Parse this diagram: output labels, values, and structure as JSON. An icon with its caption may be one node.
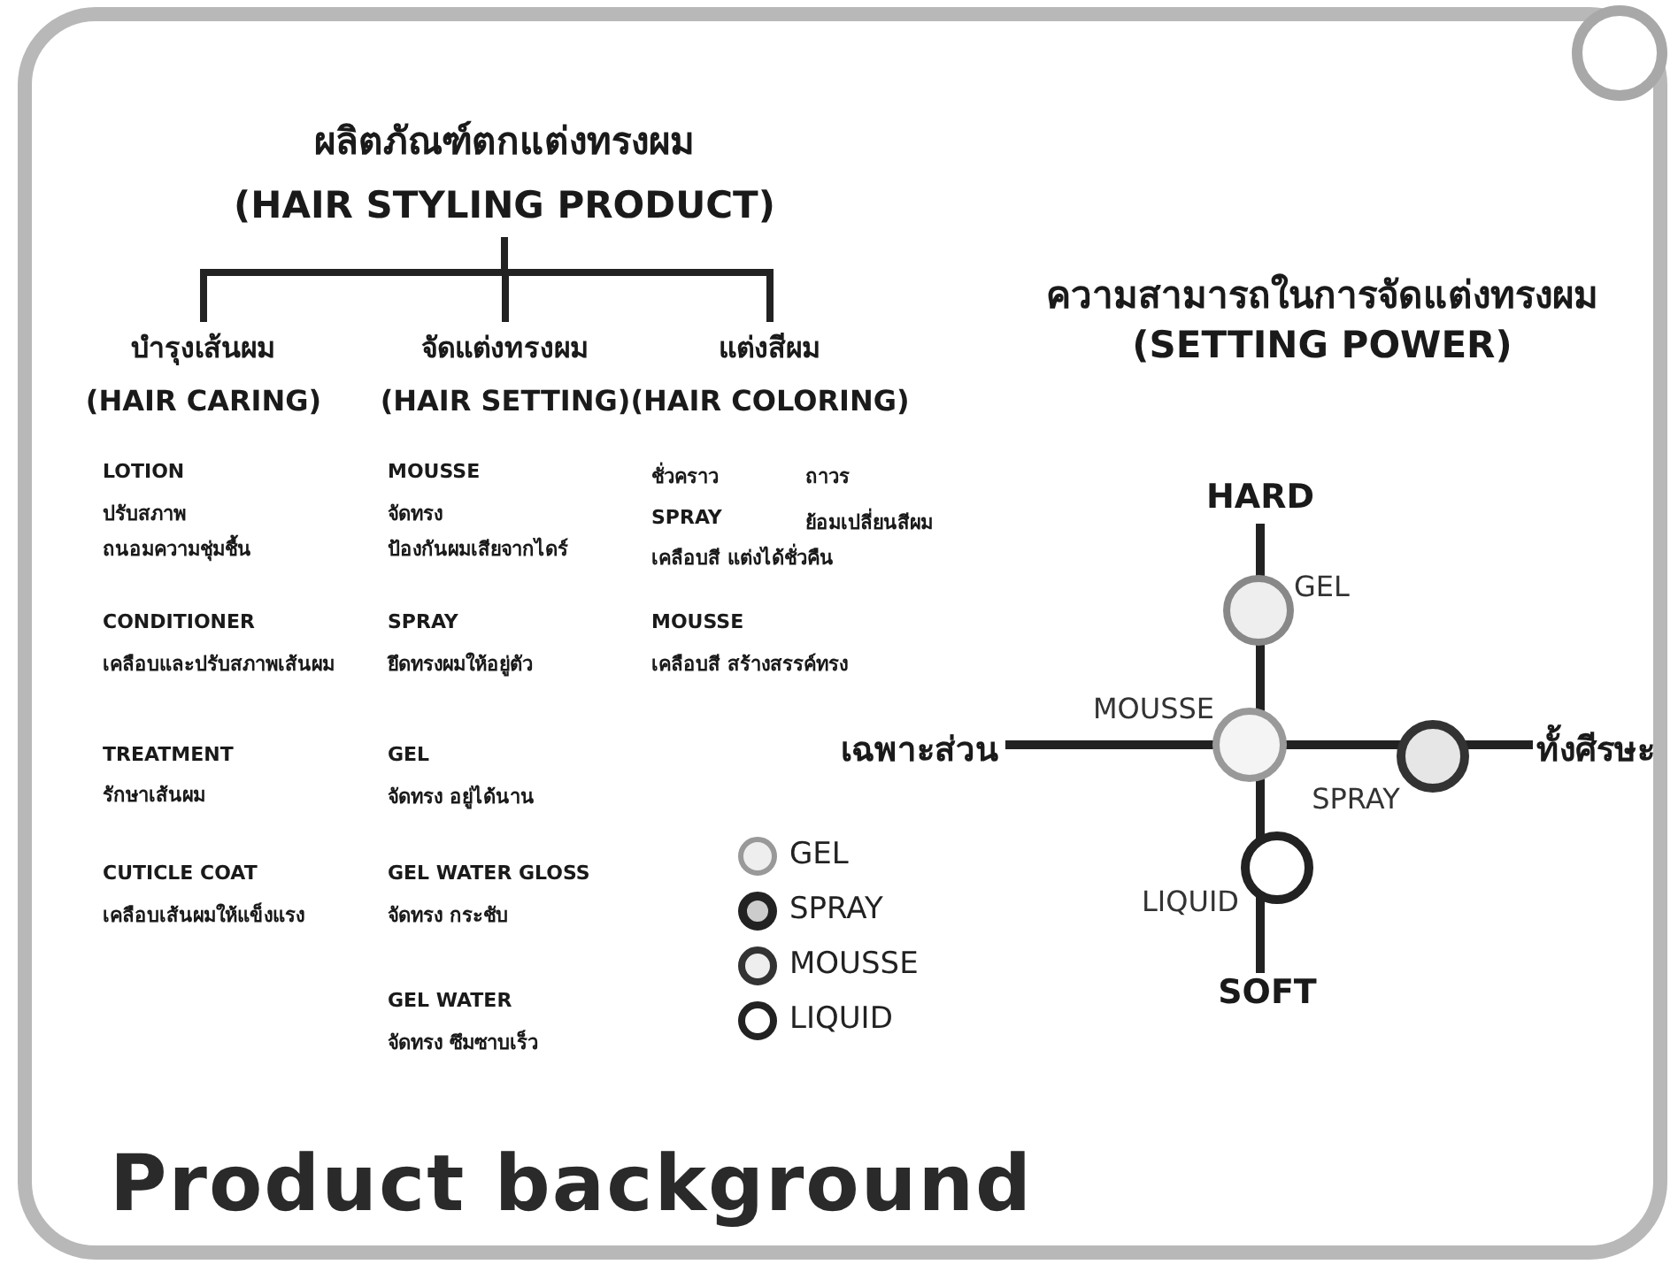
{
  "diagram": {
    "title": "Product background",
    "nodes": [
      {
        "text": [
          "ผลิตภัณฑ์ตกแต่งทรงผม",
          "(HAIR STYLING PRODUCT)"
        ]
      },
      {
        "text": [
          "บำรุงเส้นผม",
          "(HAIR CARING)"
        ]
      },
      {
        "text": [
          "จัดแต่งทรงผม",
          "(HAIR SETTING)"
        ]
      },
      {
        "text": [
          "แต่งสีผม",
          "(HAIR COLORING)"
        ]
      },
      {
        "text": [],
        "shape": "circle",
        "beside": [
          "GEL"
        ]
      },
      {
        "text": [],
        "shape": "circle",
        "beside": [
          "MOUSSE"
        ]
      },
      {
        "text": [],
        "shape": "circle",
        "beside": [
          "SPRAY"
        ]
      },
      {
        "text": [],
        "shape": "circle",
        "beside": [
          "LIQUID"
        ]
      }
    ],
    "edges": [
      {
        "from": 0,
        "to": 1,
        "arrow": "none"
      },
      {
        "from": 0,
        "to": 2,
        "arrow": "none"
      },
      {
        "from": 0,
        "to": 3,
        "arrow": "none"
      }
    ],
    "labels": [
      "LOTION",
      "ปรับสภาพ",
      "ถนอมความชุ่มชื้น",
      "CONDITIONER",
      "เคลือบและปรับสภาพเส้นผม",
      "TREATMENT",
      "รักษาเส้นผม",
      "CUTICLE COAT",
      "เคลือบเส้นผมให้แข็งแรง",
      "MOUSSE",
      "จัดทรง",
      "ป้องกันผมเสียจากไดร์",
      "SPRAY",
      "ยึดทรงผมให้อยู่ตัว",
      "GEL",
      "จัดทรง อยู่ได้นาน",
      "GEL WATER GLOSS",
      "จัดทรง กระชับ",
      "GEL WATER",
      "จัดทรง ซึมซาบเร็ว",
      "ชั่วคราว",
      "SPRAY",
      "เคลือบสี แต่งได้ชั่วคืน",
      "MOUSSE",
      "เคลือบสี สร้างสรรค์ทรง",
      "ถาวร",
      "ย้อมเปลี่ยนสีผม",
      "ความสามารถในการจัดแต่งทรงผม",
      "(SETTING POWER)",
      "HARD",
      "SOFT",
      "เฉพาะส่วน",
      "ทั้งศีรษะ"
    ],
    "legend": [
      {
        "text": "GEL"
      },
      {
        "text": "SPRAY"
      },
      {
        "text": "MOUSSE"
      },
      {
        "text": "LIQUID"
      }
    ]
  }
}
